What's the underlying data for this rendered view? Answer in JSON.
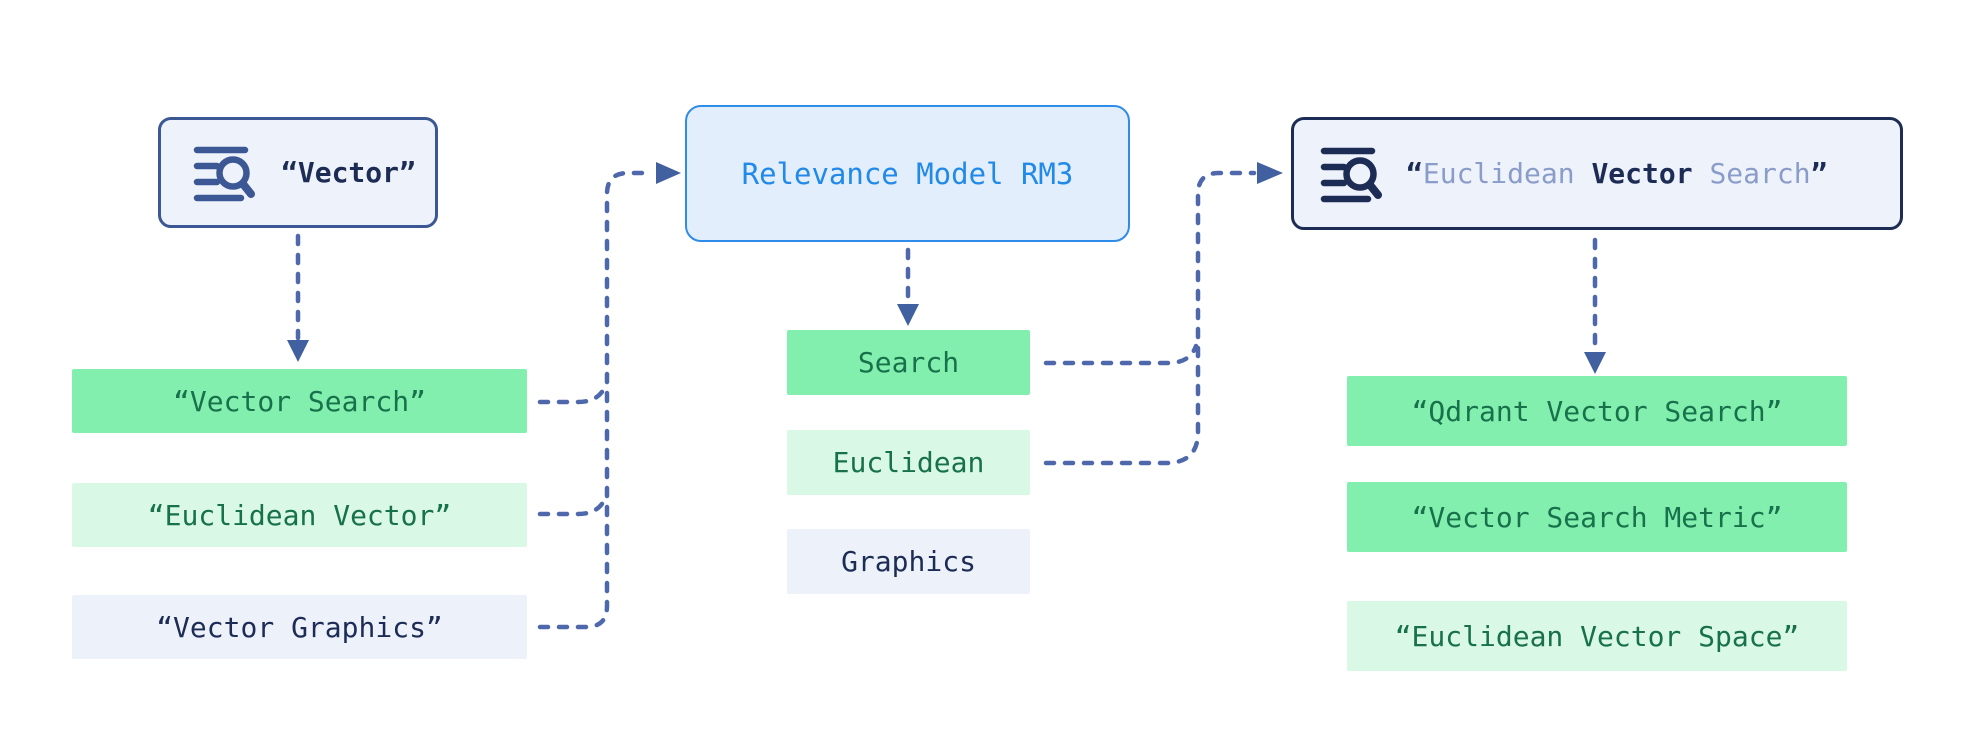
{
  "colors": {
    "canvas-bg": "#ffffff",
    "green": "#82efae",
    "green-text": "#17714a",
    "mint": "#d9f8e6",
    "grayblue": "#edf1fa",
    "navy": "#1d2c55",
    "query-border": "#3b5794",
    "query-bg": "#eef3fb",
    "blue-text": "#2189e8",
    "blue-border": "#2f8ce9",
    "blue-bg": "#e3eefc",
    "muted": "#8a9cc9",
    "connector": "#4e68ab",
    "arrowhead": "#41609f"
  },
  "left": {
    "query": "“Vector”",
    "icon": "search-list-icon",
    "results": [
      {
        "label": "“Vector Search”"
      },
      {
        "label": "“Euclidean Vector”"
      },
      {
        "label": "“Vector Graphics”"
      }
    ]
  },
  "middle": {
    "model": "Relevance Model RM3",
    "terms": [
      {
        "label": "Search"
      },
      {
        "label": "Euclidean"
      },
      {
        "label": "Graphics"
      }
    ]
  },
  "right": {
    "icon": "search-list-icon",
    "query": {
      "open_quote": "“",
      "term_1": "Euclidean ",
      "term_2": "Vector",
      "term_3": " Search",
      "close_quote": "”"
    },
    "results": [
      {
        "label": "“Qdrant Vector Search”"
      },
      {
        "label": "“Vector Search Metric”"
      },
      {
        "label": "“Euclidean Vector Space”"
      }
    ]
  }
}
